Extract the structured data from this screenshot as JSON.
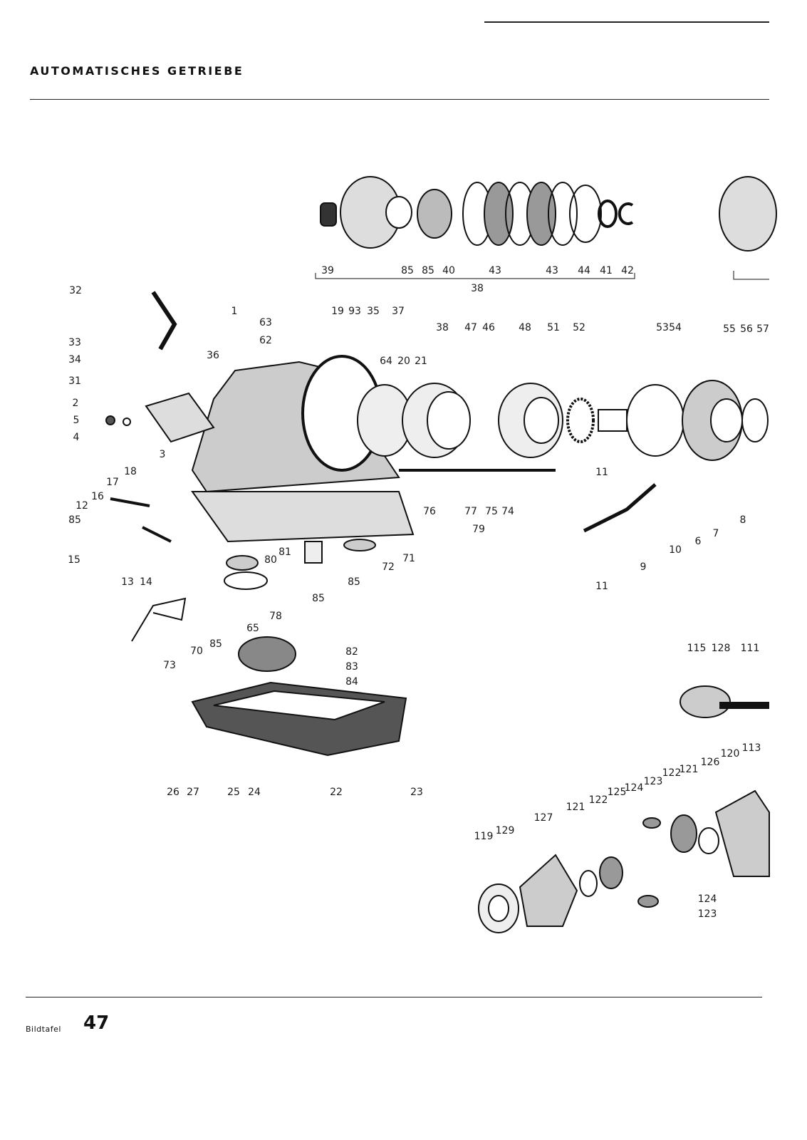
{
  "header": {
    "title": "AUTOMATISCHES GETRIEBE"
  },
  "footer": {
    "plate_label": "Bildtafel",
    "plate_number": "47"
  },
  "labels": [
    "39",
    "85",
    "85",
    "40",
    "43",
    "43",
    "44",
    "41",
    "42",
    "38",
    "32",
    "33",
    "34",
    "31",
    "2",
    "5",
    "4",
    "3",
    "18",
    "17",
    "16",
    "12",
    "85",
    "15",
    "13",
    "14",
    "73",
    "70",
    "85",
    "65",
    "78",
    "85",
    "80",
    "81",
    "85",
    "72",
    "71",
    "36",
    "1",
    "63",
    "62",
    "19",
    "93",
    "35",
    "37",
    "64",
    "20",
    "21",
    "38",
    "47",
    "46",
    "48",
    "51",
    "52",
    "53",
    "54",
    "55",
    "56",
    "57",
    "76",
    "77",
    "75",
    "74",
    "79",
    "11",
    "11",
    "9",
    "10",
    "6",
    "7",
    "8",
    "82",
    "83",
    "84",
    "26",
    "27",
    "25",
    "24",
    "22",
    "23",
    "115",
    "128",
    "111",
    "119",
    "129",
    "127",
    "121",
    "122",
    "125",
    "124",
    "123",
    "122",
    "121",
    "126",
    "120",
    "113",
    "124",
    "123"
  ]
}
